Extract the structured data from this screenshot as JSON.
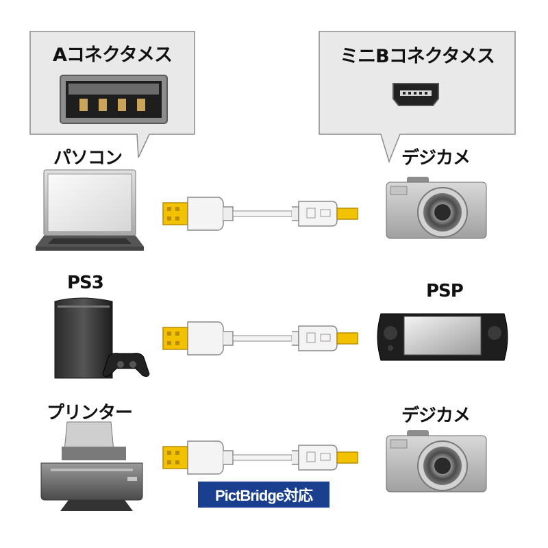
{
  "callouts": {
    "left_title": "Aコネクタメス",
    "right_title": "ミニBコネクタメス"
  },
  "devices": {
    "pc": "パソコン",
    "camera1": "デジカメ",
    "ps3": "PS3",
    "psp": "PSP",
    "printer": "プリンター",
    "camera2": "デジカメ"
  },
  "badge": "PictBridge対応",
  "colors": {
    "callout_bg": "#e9e9e9",
    "callout_border": "#8a8a8a",
    "usb_gold": "#f2c200",
    "cable_white": "#f4f4f4",
    "badge_blue": "#1a3f8f"
  }
}
